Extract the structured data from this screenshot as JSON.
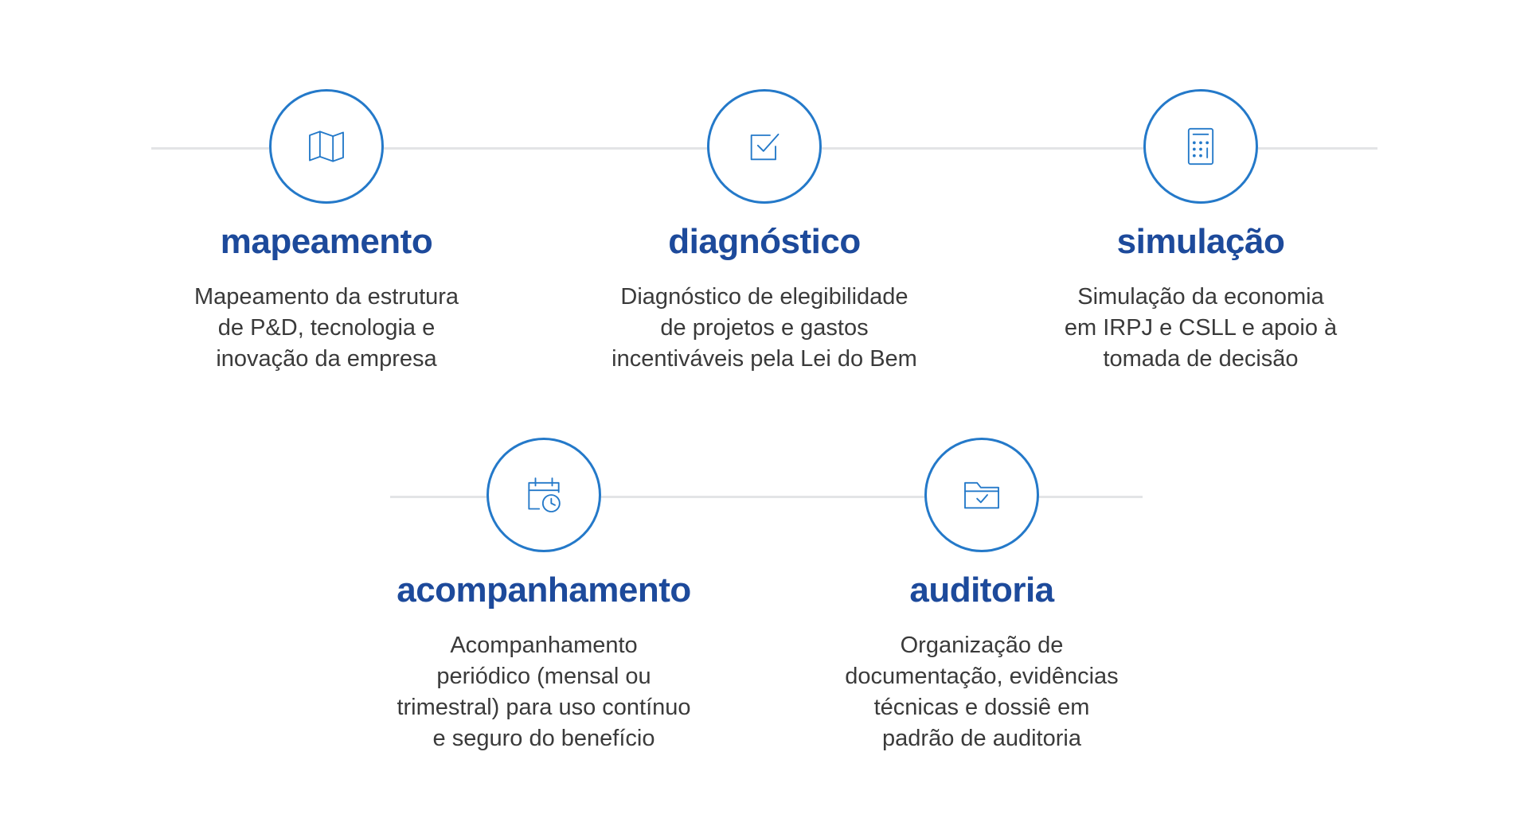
{
  "accent_color": "#2479c9",
  "title_color": "#1d4a9b",
  "steps": [
    {
      "icon": "map-icon",
      "title": "mapeamento",
      "description": "Mapeamento da estrutura\nde P&D, tecnologia e\ninovação da empresa"
    },
    {
      "icon": "checkbox-icon",
      "title": "diagnóstico",
      "description": "Diagnóstico de elegibilidade\nde projetos e gastos\nincentiváveis pela Lei do Bem"
    },
    {
      "icon": "calculator-icon",
      "title": "simulação",
      "description": "Simulação da economia\nem IRPJ e CSLL e apoio à\ntomada de decisão"
    },
    {
      "icon": "calendar-clock-icon",
      "title": "acompanhamento",
      "description": "Acompanhamento\nperiódico (mensal ou\ntrimestral) para uso contínuo\ne seguro do benefício"
    },
    {
      "icon": "folder-check-icon",
      "title": "auditoria",
      "description": "Organização de\ndocumentação, evidências\ntécnicas e dossiê em\npadrão de auditoria"
    }
  ]
}
